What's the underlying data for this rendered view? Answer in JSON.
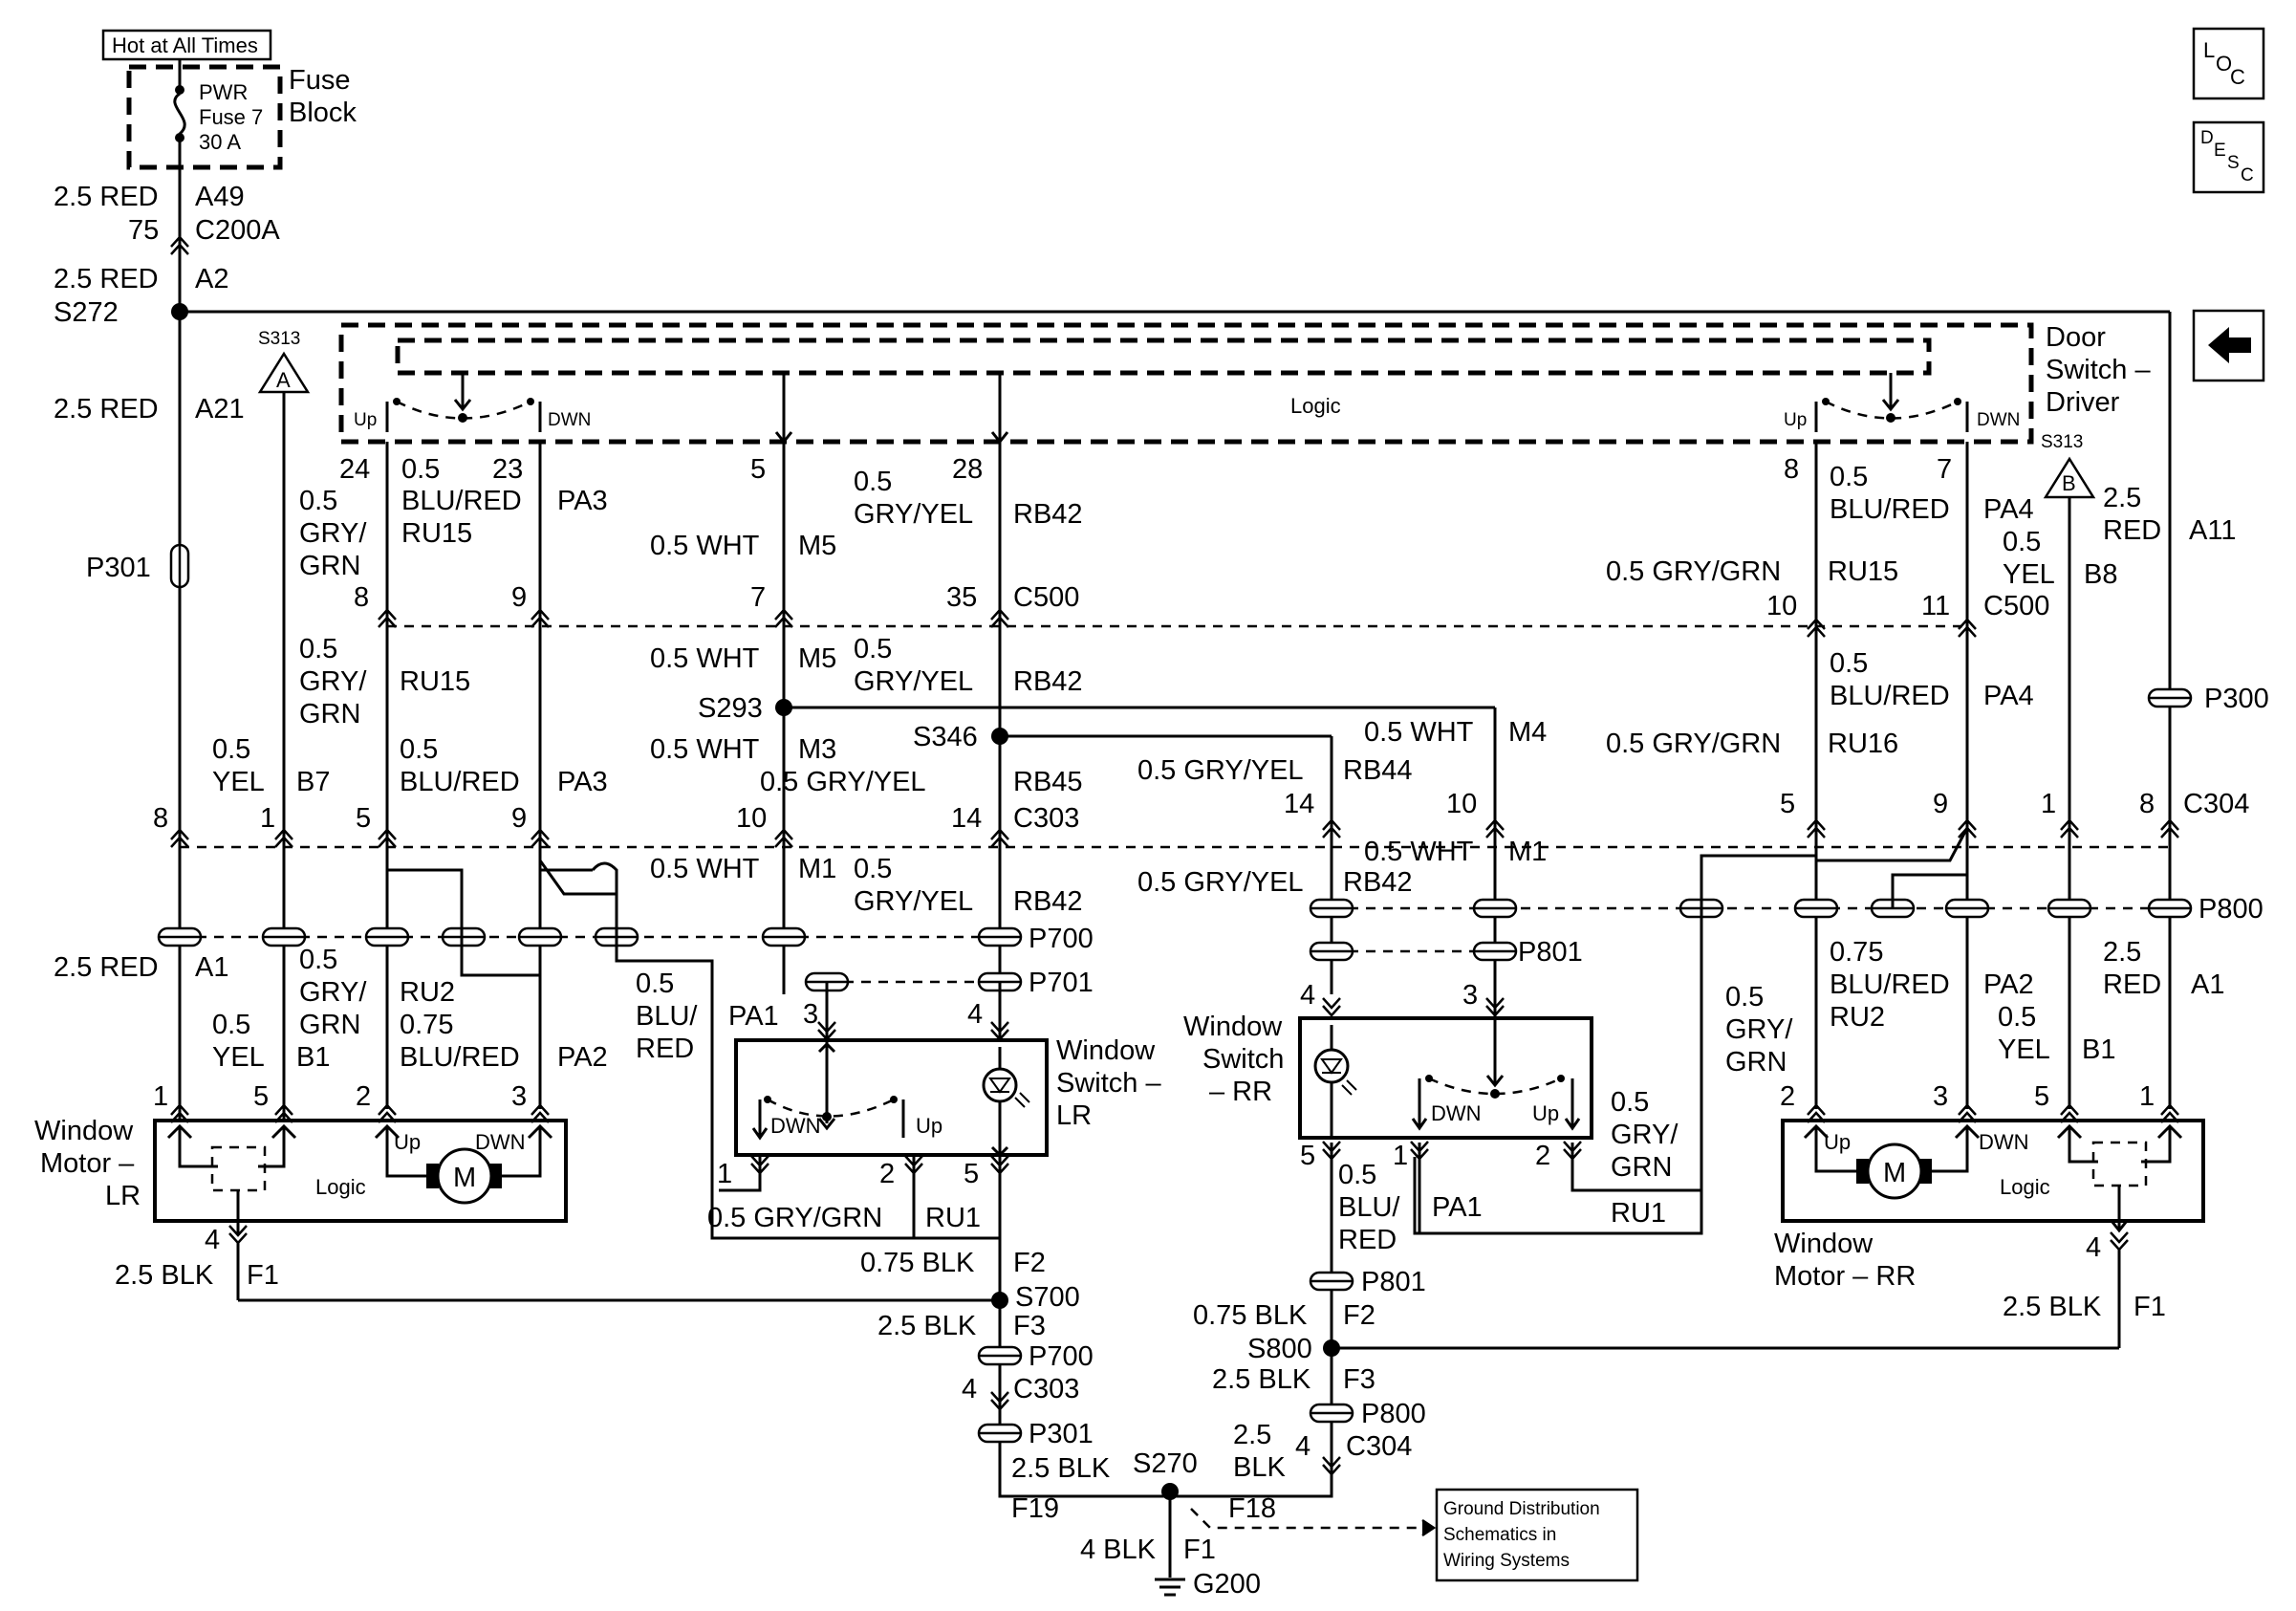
{
  "fuse": {
    "hot_label": "Hot at All Times",
    "name": "PWR",
    "number": "Fuse 7",
    "rating": "30 A",
    "block_line1": "Fuse",
    "block_line2": "Block"
  },
  "feed": {
    "wire1": "2.5 RED",
    "circuit1": "A49",
    "pin75": "75",
    "conn1": "C200A",
    "wire2": "2.5 RED",
    "circuit2": "A2",
    "splice": "S272",
    "wire3": "2.5 RED",
    "circuit3": "A21",
    "inline": "P301"
  },
  "icons": {
    "loc": "LOC",
    "desc": "DESC",
    "back": "back-arrow"
  },
  "door_switch_driver": {
    "line1": "Door",
    "line2": "Switch –",
    "line3": "Driver",
    "logic": "Logic",
    "up": "Up",
    "dwn": "DWN",
    "s313": "S313",
    "tri_a": "A",
    "tri_b": "B"
  },
  "driver_pins": {
    "p24": "24",
    "p23": "23",
    "p5": "5",
    "p28": "28",
    "p8": "8",
    "p7": "7",
    "w24": "0.5",
    "w24b": "BLU/RED",
    "c24": "RU15",
    "c23": "PA3",
    "w5": "0.5 WHT",
    "c5": "M5",
    "w28a": "0.5",
    "w28b": "GRY/YEL",
    "c28": "RB42",
    "w8a": "0.5",
    "w8b": "BLU/RED",
    "c7": "PA4",
    "w_b8a": "0.5",
    "w_b8b": "YEL",
    "c_b8": "B8",
    "w_a11a": "2.5",
    "w_a11b": "RED",
    "c_a11": "A11",
    "gry_left_a": "0.5",
    "gry_left_b": "GRY/",
    "gry_left_c": "GRN"
  },
  "c500": {
    "name": "C500",
    "p8": "8",
    "p9": "9",
    "p7": "7",
    "p35": "35",
    "p10": "10",
    "p11": "11",
    "right_wire": "0.5 GRY/GRN",
    "right_circ": "RU15"
  },
  "mid_left": {
    "gry_a": "0.5",
    "gry_b": "GRY/",
    "gry_c": "GRN",
    "gry_circ": "RU15",
    "wht": "0.5 WHT",
    "wht_circ": "M5",
    "gy_a": "0.5",
    "gy_b": "GRY/YEL",
    "gy_circ": "RB42",
    "s293": "S293",
    "s346": "S346",
    "wht3": "0.5 WHT",
    "m3": "M3",
    "gy45": "0.5 GRY/YEL",
    "rb45": "RB45",
    "yel_a": "0.5",
    "yel_b": "YEL",
    "b7": "B7",
    "blu_a": "0.5",
    "blu_b": "BLU/RED",
    "pa3": "PA3",
    "m4wire": "0.5 WHT",
    "m4": "M4",
    "rb44wire": "0.5 GRY/YEL",
    "rb44": "RB44"
  },
  "mid_right": {
    "blu_a": "0.5",
    "blu_b": "BLU/RED",
    "pa4": "PA4",
    "gry": "0.5 GRY/GRN",
    "ru16": "RU16",
    "p300": "P300"
  },
  "c303": {
    "name": "C303",
    "p8": "8",
    "p1": "1",
    "p5": "5",
    "p9": "9",
    "p10": "10",
    "p14": "14"
  },
  "c304": {
    "name": "C304",
    "p14": "14",
    "p10": "10",
    "p5": "5",
    "p9": "9",
    "p1": "1",
    "p8": "8"
  },
  "lower": {
    "wht_m1": "0.5 WHT",
    "m1": "M1",
    "gy_a": "0.5",
    "gy_b": "GRY/YEL",
    "rb42": "RB42",
    "p700": "P700",
    "p701": "P701",
    "wht_m1_r": "0.5 WHT",
    "m1_r": "M1",
    "gy_r": "0.5 GRY/YEL",
    "rb42_r": "RB42",
    "p800": "P800",
    "p801": "P801"
  },
  "lr_motor_feeds": {
    "red": "2.5 RED",
    "a1": "A1",
    "gry_a": "0.5",
    "gry_b": "GRY/",
    "gry_c": "GRN",
    "ru2": "RU2",
    "blu": "0.75",
    "blu_b": "BLU/RED",
    "pa2": "PA2",
    "yel_a": "0.5",
    "yel_b": "YEL",
    "b1": "B1",
    "pa_blu_a": "0.5",
    "pa_blu_b": "BLU/",
    "pa_blu_c": "RED",
    "pa1": "PA1"
  },
  "window_motor_lr": {
    "line1": "Window",
    "line2": "Motor –",
    "line3": "LR",
    "logic": "Logic",
    "up": "Up",
    "dwn": "DWN",
    "m": "M",
    "p1": "1",
    "p5": "5",
    "p2": "2",
    "p3": "3",
    "p4": "4"
  },
  "window_switch_lr": {
    "line1": "Window",
    "line2": "Switch –",
    "line3": "LR",
    "dwn": "DWN",
    "up": "Up",
    "p3": "3",
    "p4": "4",
    "p1": "1",
    "p2": "2",
    "p5": "5",
    "ru1_wire": "0.5 GRY/GRN",
    "ru1": "RU1"
  },
  "window_switch_rr": {
    "line1": "Window",
    "line2": "Switch",
    "line3": "– RR",
    "dwn": "DWN",
    "up": "Up",
    "p4": "4",
    "p3": "3",
    "p5": "5",
    "p1": "1",
    "p2": "2",
    "gry_a": "0.5",
    "gry_b": "GRY/",
    "gry_c": "GRN",
    "ru1": "RU1",
    "blu_a": "0.5",
    "blu_b": "BLU/",
    "blu_c": "RED",
    "pa1": "PA1"
  },
  "window_motor_rr": {
    "line1": "Window",
    "line2": "Motor – RR",
    "logic": "Logic",
    "up": "Up",
    "dwn": "DWN",
    "m": "M",
    "p2": "2",
    "p3": "3",
    "p5": "5",
    "p1": "1",
    "p4": "4",
    "gry_a": "0.5",
    "gry_b": "GRY/",
    "gry_c": "GRN",
    "blu_a": "0.75",
    "blu_b": "BLU/RED",
    "ru2": "RU2",
    "pa2": "PA2",
    "yel_a": "0.5",
    "yel_b": "YEL",
    "b1": "B1",
    "red_a": "2.5",
    "red_b": "RED",
    "a1": "A1"
  },
  "ground": {
    "lr_pin": "4",
    "lr_wire": "2.5 BLK",
    "lr_circ": "F1",
    "f2_wire": "0.75 BLK",
    "f2": "F2",
    "s700": "S700",
    "f3_wire": "2.5 BLK",
    "f3": "F3",
    "p700": "P700",
    "pin4": "4",
    "c303": "C303",
    "p301": "P301",
    "f19_wire": "2.5 BLK",
    "f19": "F19",
    "s270": "S270",
    "g4_wire": "4 BLK",
    "f1": "F1",
    "g200": "G200",
    "f18": "F18",
    "rr_f2_wire": "0.75 BLK",
    "rr_f2": "F2",
    "p801": "P801",
    "s800": "S800",
    "rr_f3_wire": "2.5 BLK",
    "rr_f3": "F3",
    "p800": "P800",
    "c304_wire_a": "2.5",
    "c304_wire_b": "BLK",
    "c304_pin": "4",
    "c304": "C304",
    "rr_wire": "2.5 BLK",
    "rr_circ": "F1",
    "rr_pin": "4",
    "dist_line1": "Ground Distribution",
    "dist_line2": "Schematics in",
    "dist_line3": "Wiring Systems"
  }
}
